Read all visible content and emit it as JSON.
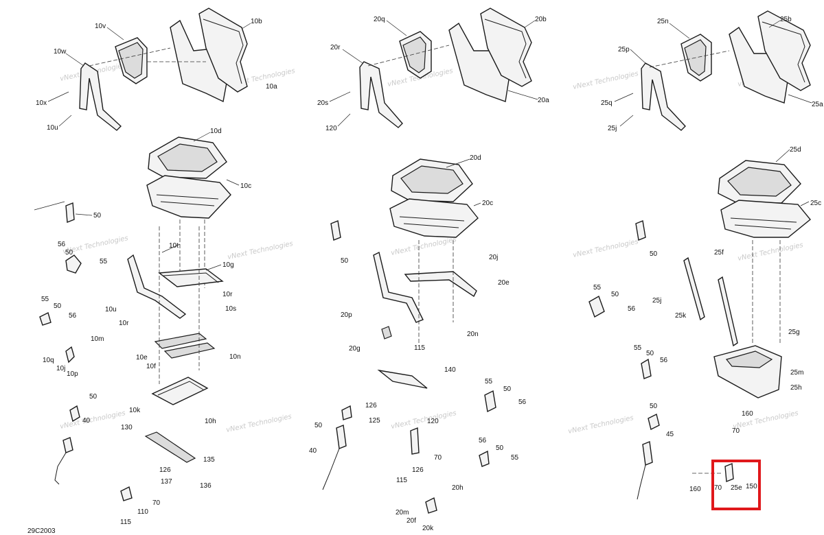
{
  "diagram_code": "29C2003",
  "watermark": "vNext Technologies",
  "highlight_color": "#e0181b",
  "labels": {
    "l10v": "10v",
    "l10b": "10b",
    "l10w": "10w",
    "l10a": "10a",
    "l10x": "10x",
    "l10u_top": "10u",
    "l20q": "20q",
    "l20b": "20b",
    "l20r": "20r",
    "l20a": "20a",
    "l20s": "20s",
    "l120_top": "120",
    "l25n": "25n",
    "l25b": "25b",
    "l25p": "25p",
    "l25a": "25a",
    "l25q": "25q",
    "l25j_top": "25j",
    "l10d": "10d",
    "l10c": "10c",
    "l20d": "20d",
    "l20c": "20c",
    "l25d": "25d",
    "l25c": "25c",
    "l50_a": "50",
    "l56_a": "56",
    "l50_b": "50",
    "l55_a": "55",
    "l10t": "10t",
    "l10g": "10g",
    "l55_b": "55",
    "l50_c": "50",
    "l56_b": "56",
    "l10u": "10u",
    "l10r": "10r",
    "l10r2": "10r",
    "l10s": "10s",
    "l10m": "10m",
    "l10q": "10q",
    "l10j": "10j",
    "l10p": "10p",
    "l10e": "10e",
    "l10f": "10f",
    "l10n": "10n",
    "l50_d": "50",
    "l40_a": "40",
    "l10k": "10k",
    "l10h": "10h",
    "l130": "130",
    "l135": "135",
    "l126_a": "126",
    "l137": "137",
    "l136": "136",
    "l70_a": "70",
    "l110": "110",
    "l115_a": "115",
    "l50_e": "50",
    "l20j": "20j",
    "l20e": "20e",
    "l20p": "20p",
    "l20n": "20n",
    "l20g": "20g",
    "l115_b": "115",
    "l140": "140",
    "l126_b": "126",
    "l125": "125",
    "l55_c": "55",
    "l50_f": "50",
    "l56_c": "56",
    "l50_g": "50",
    "l120_b": "120",
    "l40_b": "40",
    "l70_b": "70",
    "l126_c": "126",
    "l56_d": "56",
    "l50_h": "50",
    "l55_d": "55",
    "l115_c": "115",
    "l20h": "20h",
    "l20m": "20m",
    "l20f": "20f",
    "l20k": "20k",
    "l50_i": "50",
    "l25f": "25f",
    "l25j": "25j",
    "l25k": "25k",
    "l55_e": "55",
    "l50_j": "50",
    "l56_e": "56",
    "l25g": "25g",
    "l55_f": "55",
    "l50_k": "50",
    "l56_f": "56",
    "l25m": "25m",
    "l25h": "25h",
    "l160_a": "160",
    "l70_c": "70",
    "l50_l": "50",
    "l45": "45",
    "l160_b": "160",
    "l70_d": "70",
    "l25e": "25e",
    "l150": "150"
  }
}
